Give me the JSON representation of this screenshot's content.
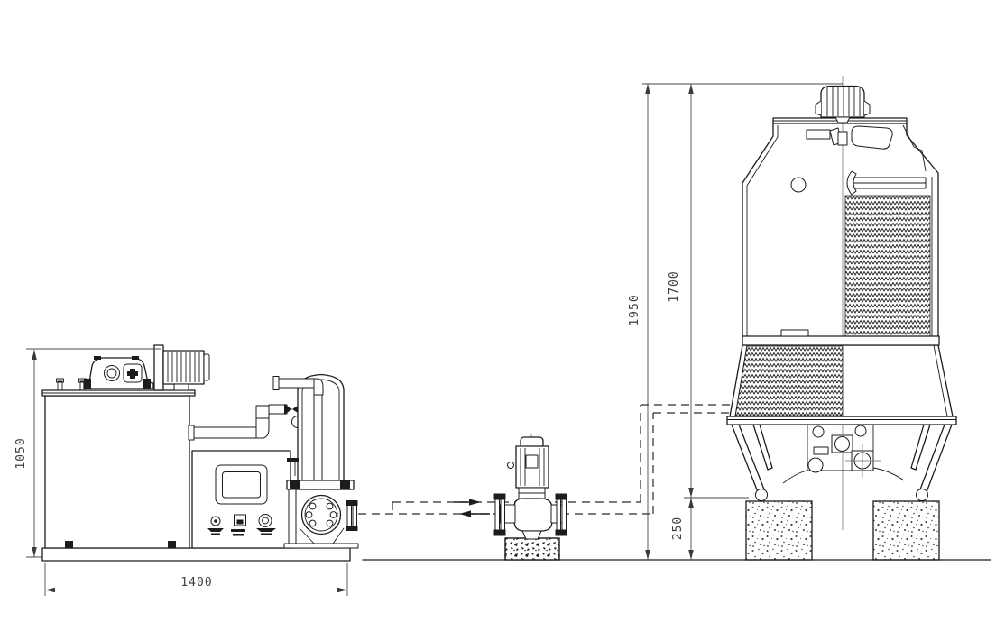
{
  "drawing": {
    "type": "equipment-installation-elevation",
    "background_color": "#ffffff",
    "line_color": "#1c1c1c",
    "dimension_text_color": "#3f3f3f",
    "dimensions": {
      "machine_height": "1050",
      "machine_length": "1400",
      "tower_overall_height": "1950",
      "tower_body_height": "1700",
      "tower_basin_clearance": "250"
    }
  }
}
